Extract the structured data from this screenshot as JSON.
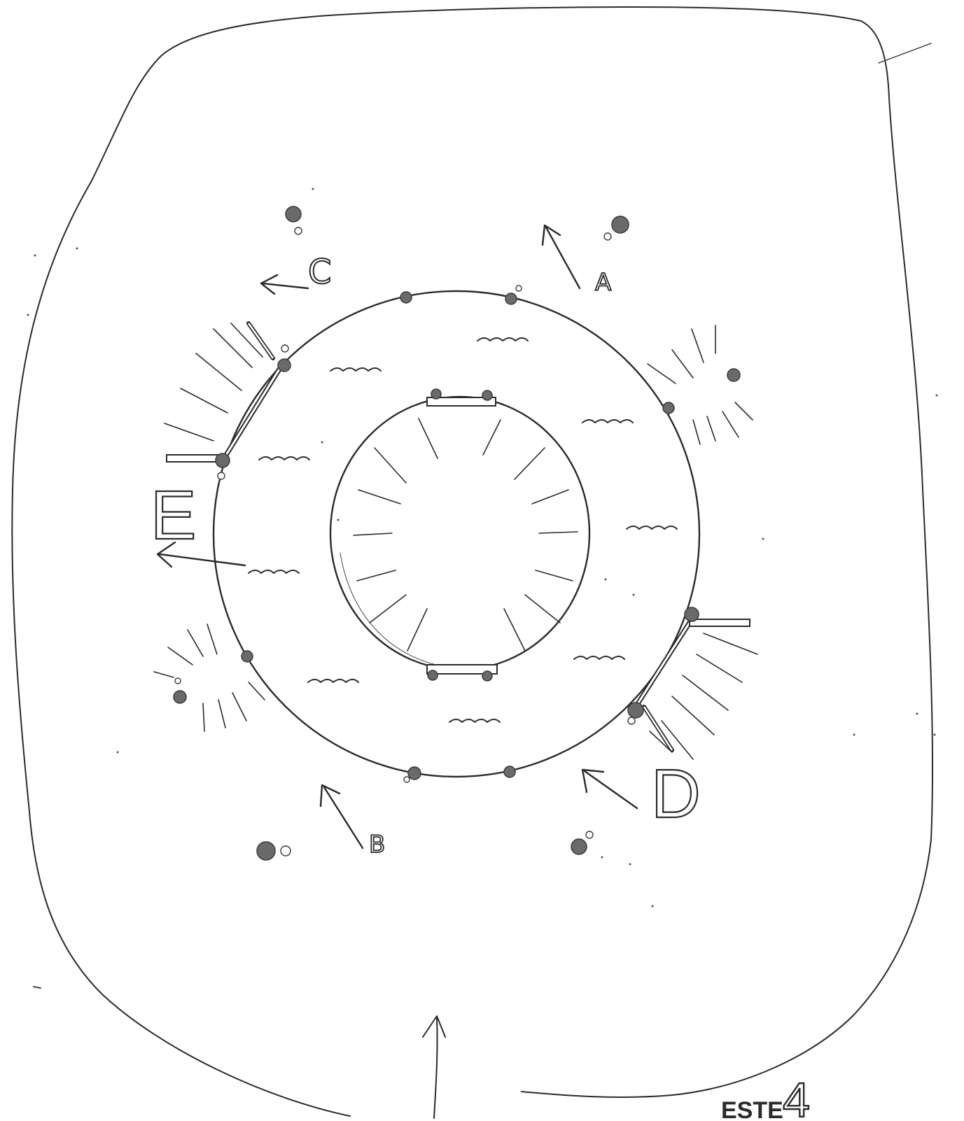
{
  "direction_labels": {
    "a": "A",
    "b": "B",
    "c": "C",
    "d": "D",
    "e": "E"
  },
  "sheet": {
    "prefix": "ESTE",
    "number": "4"
  }
}
